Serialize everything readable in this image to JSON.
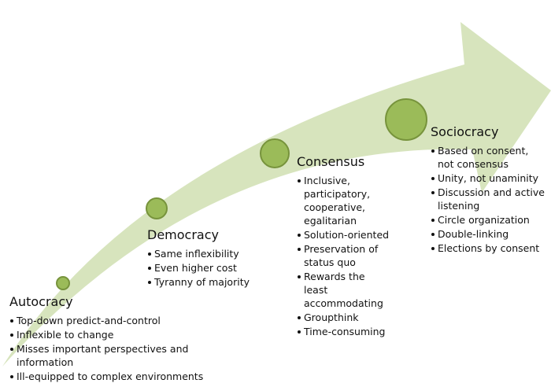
{
  "colors": {
    "arrow": "#d7e4bd",
    "circle_fill": "#9bbb59",
    "circle_stroke": "#77933c"
  },
  "stages": [
    {
      "title": "Autocracy",
      "items": [
        "Top-down predict-and-control",
        "Inflexible to change",
        "Misses important perspectives and information",
        "Ill-equipped to complex environments"
      ]
    },
    {
      "title": "Democracy",
      "items": [
        "Same inflexibility",
        "Even higher cost",
        "Tyranny of majority"
      ]
    },
    {
      "title": "Consensus",
      "items": [
        "Inclusive, participatory, cooperative, egalitarian",
        "Solution-oriented",
        "Preservation of status quo",
        "Rewards the least accommodating",
        "Groupthink",
        "Time-consuming"
      ]
    },
    {
      "title": "Sociocracy",
      "items": [
        "Based on consent, not consensus",
        "Unity, not unaminity",
        "Discussion and active listening",
        "Circle organization",
        "Double-linking",
        "Elections by consent"
      ]
    }
  ]
}
